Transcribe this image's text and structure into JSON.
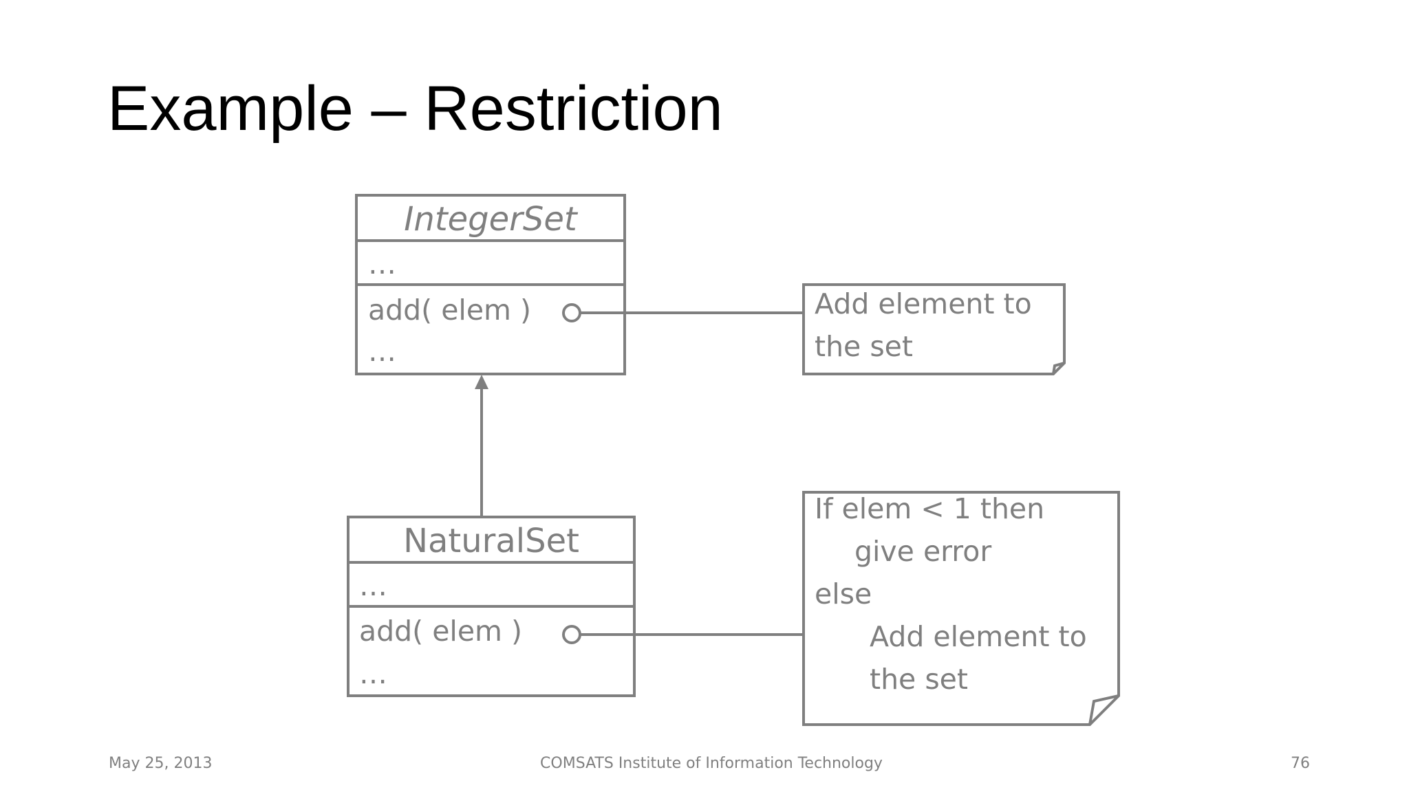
{
  "slide": {
    "title": "Example – Restriction"
  },
  "integer_set": {
    "name": "IntegerSet",
    "attributes": "…",
    "operation": "add( elem )",
    "more_operations": "…"
  },
  "natural_set": {
    "name": "NaturalSet",
    "attributes": "…",
    "operation": "add( elem )",
    "more_operations": "…"
  },
  "note_integer_set": {
    "lines": [
      "Add element to",
      "the set"
    ]
  },
  "note_natural_set": {
    "lines": [
      "If elem < 1 then",
      "give error",
      "else",
      "Add element to",
      "the set"
    ]
  },
  "footer": {
    "date": "May 25, 2013",
    "institute": "COMSATS Institute of Information Technology",
    "page_number": "76"
  },
  "colors": {
    "diagram_gray": "#7f7f7f",
    "title_black": "#000000"
  }
}
